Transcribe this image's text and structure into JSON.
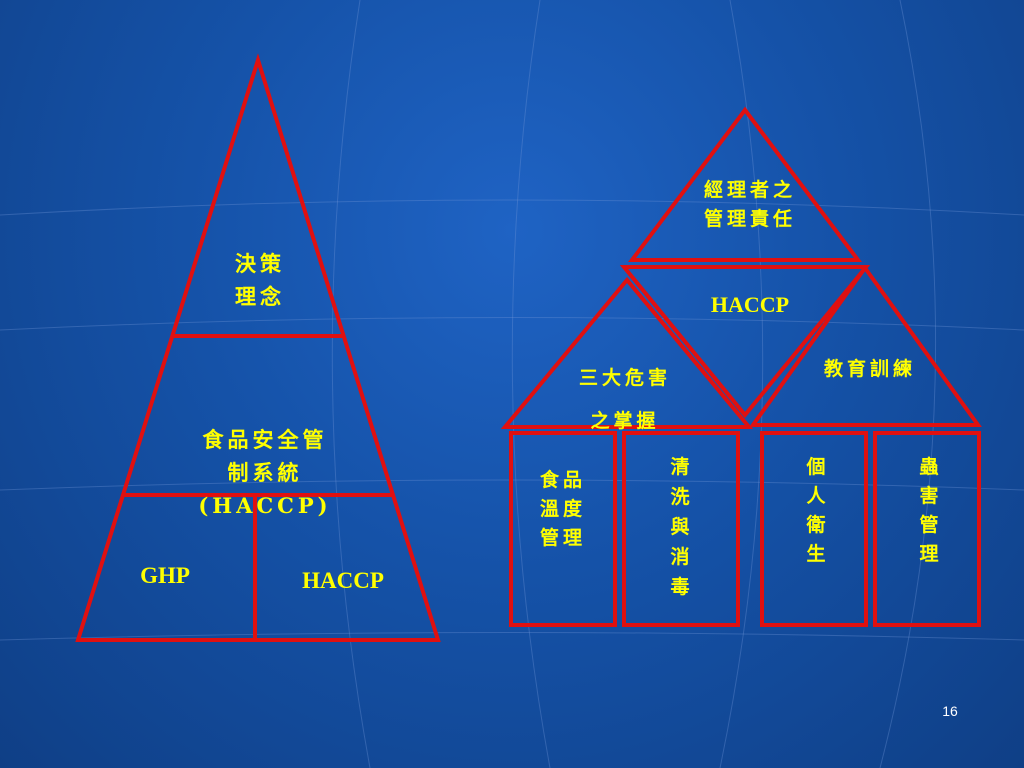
{
  "left_pyramid": {
    "top": "決策\n理念",
    "middle": "食品安全管\n制系統\n(HACCP)",
    "bottom_left": "GHP",
    "bottom_right": "HACCP"
  },
  "right_house": {
    "roof_top": "經理者之\n管理責任",
    "center": "HACCP",
    "left_roof_line1": "三大危害",
    "left_roof_line2": "之掌握",
    "right_roof": "教育訓練",
    "pillar_1": "食品\n溫度\n管理",
    "pillar_2": "清\n洗\n與\n消\n毒",
    "pillar_3": "個\n人\n衛\n生",
    "pillar_4": "蟲\n害\n管\n理"
  },
  "page_number": "16"
}
